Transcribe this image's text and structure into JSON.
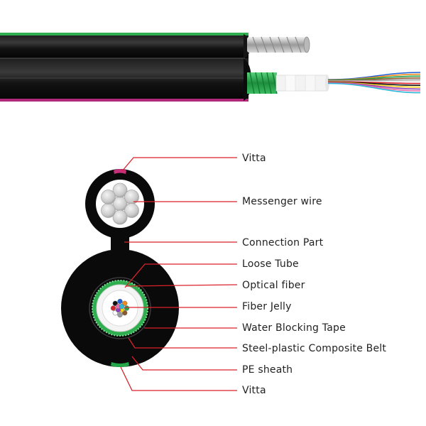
{
  "labels": {
    "vitta_top": "Vitta",
    "messenger_wire": "Messenger wire",
    "connection_part": "Connection Part",
    "loose_tube": "Loose Tube",
    "optical_fiber": "Optical fiber",
    "fiber_jelly": "Fiber Jelly",
    "water_blocking_tape": "Water Blocking Tape",
    "steel_plastic_belt": "Steel-plastic Composite Belt",
    "pe_sheath": "PE sheath",
    "vitta_bottom": "Vitta"
  },
  "colors": {
    "leader_line": "#d9222a",
    "sheath": "#0a0a0a",
    "vitta_top": "#c7307a",
    "vitta_bottom": "#22a84a",
    "water_tape": "#2fae4f",
    "tube_white": "#f4f4f4"
  },
  "fiber_colors": [
    "#1f5fd6",
    "#f08a1c",
    "#23a34a",
    "#8a5a2b",
    "#9a9a9a",
    "#ffffff",
    "#d9222a",
    "#111111",
    "#f2d21c",
    "#8e3fb8",
    "#e86aa8",
    "#2bb8d9"
  ]
}
